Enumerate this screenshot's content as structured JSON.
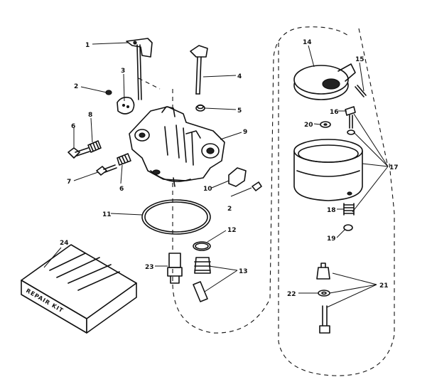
{
  "callouts": {
    "c1": "1",
    "c2a": "2",
    "c2b": "2",
    "c3": "3",
    "c4": "4",
    "c5": "5",
    "c6a": "6",
    "c6b": "6",
    "c7": "7",
    "c8": "8",
    "c9": "9",
    "c10": "10",
    "c11": "11",
    "c12": "12",
    "c13": "13",
    "c14": "14",
    "c15": "15",
    "c16": "16",
    "c17": "17",
    "c18": "18",
    "c19": "19",
    "c20": "20",
    "c21": "21",
    "c22": "22",
    "c23": "23",
    "c24": "24"
  },
  "repair_kit_label": "REPAIR KIT"
}
